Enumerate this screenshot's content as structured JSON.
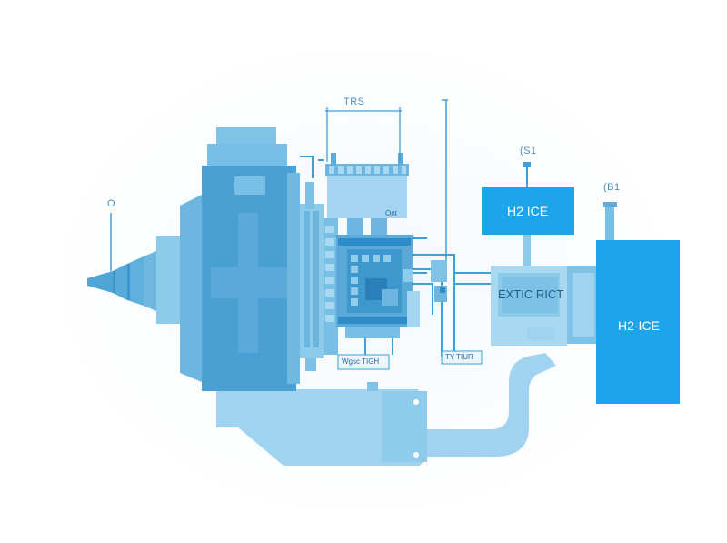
{
  "labels": {
    "o_marker": "O",
    "trs_dim": "TRS",
    "s1_tag": "(S1",
    "b1_tag": "(B1",
    "h2ice_upper": "H2 ICE",
    "h2ice_right": "H2-ICE",
    "exhaust_box": "EXTIC RICT",
    "left_lower_tag": "Wgsc TIGH",
    "right_lower_tag": "TY TIUR",
    "cooler_tag": "Ont"
  },
  "colors": {
    "pale": "#a9d8f1",
    "light": "#8ccbea",
    "mid": "#63b3dd",
    "deep": "#3e98cd",
    "bright": "#1ea4ea",
    "line": "#3f9fd6"
  }
}
